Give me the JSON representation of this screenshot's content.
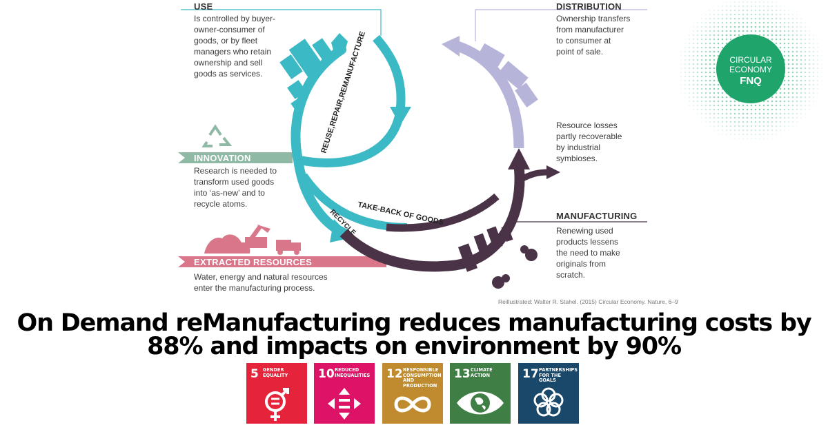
{
  "sections": {
    "use": {
      "heading": "USE",
      "lines": [
        "Is controlled by buyer-",
        "owner-consumer of",
        "goods, or by fleet",
        "managers who retain",
        "ownership and sell",
        "goods as services."
      ]
    },
    "distribution": {
      "heading": "DISTRIBUTION",
      "lines": [
        "Ownership transfers",
        "from manufacturer",
        "to consumer at",
        "point of sale."
      ]
    },
    "losses": {
      "lines": [
        "Resource losses",
        "partly recoverable",
        "by industrial",
        "symbioses."
      ]
    },
    "innovation": {
      "heading": "INNOVATION",
      "lines": [
        "Research is needed to",
        "transform used goods",
        "into ‘as-new’ and to",
        "recycle atoms."
      ]
    },
    "manufacturing": {
      "heading": "MANUFACTURING",
      "lines": [
        "Renewing used",
        "products lessens",
        "the need to make",
        "originals from",
        "scratch."
      ]
    },
    "extracted": {
      "heading": "EXTRACTED RESOURCES",
      "lines": [
        "Water, energy and natural resources",
        "enter the manufacturing process."
      ]
    }
  },
  "loop_labels": {
    "reuse": "REUSE,REPAIR,REMANUFACTURE",
    "takeback": "TAKE-BACK OF GOODS",
    "recycle": "RECYCLE"
  },
  "caption": "Reillustrated: Walter R. Stahel. (2015) Circular Economy. Nature, 6–9",
  "logo": {
    "line1": "CIRCULAR",
    "line2": "ECONOMY",
    "line3": "FNQ"
  },
  "headline": {
    "line1": "On Demand reManufacturing reduces manufacturing costs by",
    "line2": "88% and impacts on environment by 90%"
  },
  "sdgs": [
    {
      "number": "5",
      "name": "GENDER EQUALITY",
      "color": "#E5243B",
      "icon": "gender-equality-icon"
    },
    {
      "number": "10",
      "name": "REDUCED INEQUALITIES",
      "color": "#DD1367",
      "icon": "reduced-inequalities-icon"
    },
    {
      "number": "12",
      "name": "RESPONSIBLE CONSUMPTION AND PRODUCTION",
      "color": "#BF8B2E",
      "icon": "infinity-icon"
    },
    {
      "number": "13",
      "name": "CLIMATE ACTION",
      "color": "#3F7E44",
      "icon": "eye-globe-icon"
    },
    {
      "number": "17",
      "name": "PARTNERSHIPS FOR THE GOALS",
      "color": "#19486A",
      "icon": "partnership-rings-icon"
    }
  ],
  "colors": {
    "teal": "#3BB9C4",
    "lavender": "#B7B4DA",
    "dark_purple": "#4A3347",
    "sage": "#8FB9A5",
    "pink": "#D9768A",
    "logo_green": "#1FA56B"
  }
}
